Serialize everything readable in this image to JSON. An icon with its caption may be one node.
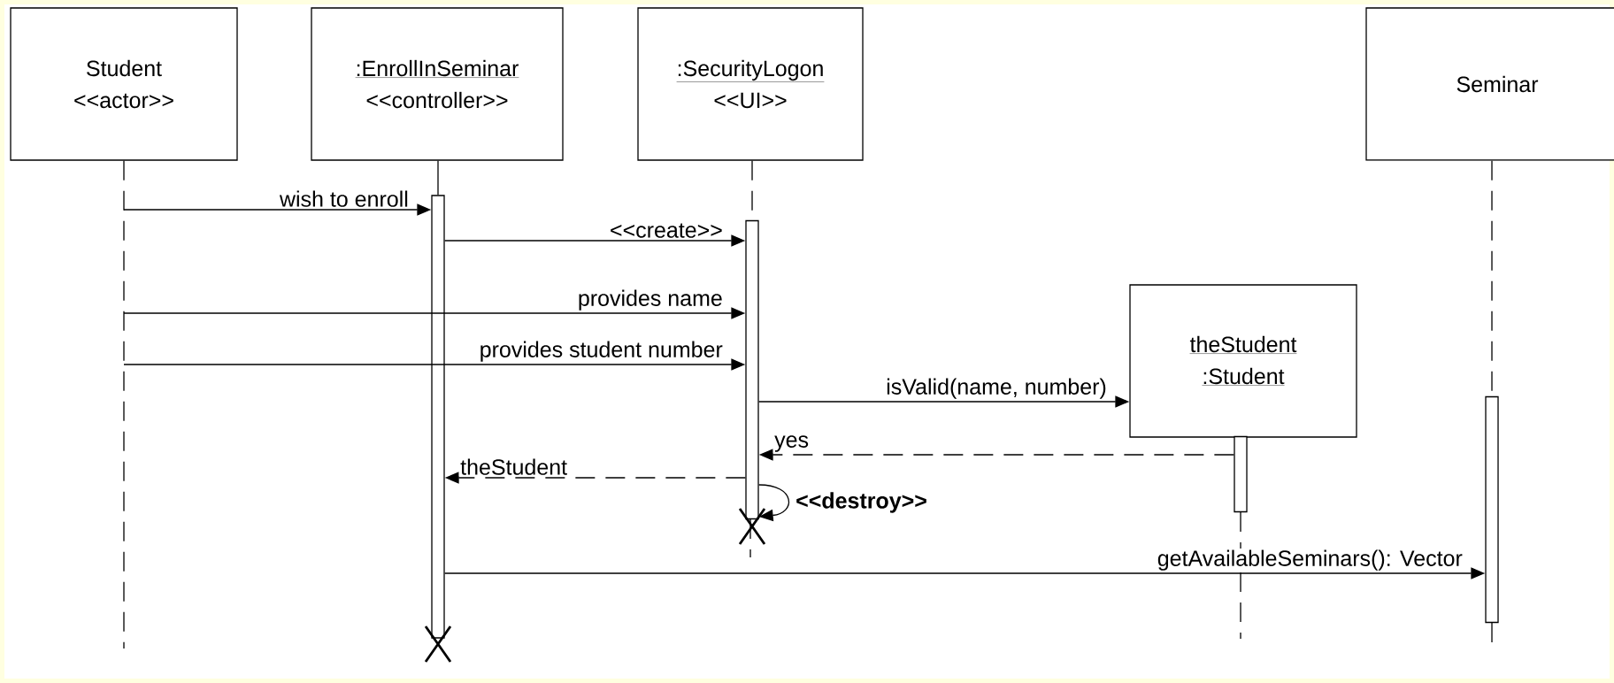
{
  "diagram": {
    "nodes": [
      {
        "text": [
          "Student",
          "<<actor>>"
        ]
      },
      {
        "text": [
          ":EnrollInSeminar",
          "<<controller>>"
        ]
      },
      {
        "text": [
          ":SecurityLogon",
          "<<UI>>"
        ]
      },
      {
        "text": [
          "theStudent",
          ":Student"
        ]
      },
      {
        "text": [
          "Seminar"
        ]
      },
      {
        "text": [],
        "shape": "bar"
      },
      {
        "text": [],
        "shape": "bar"
      },
      {
        "text": [],
        "shape": "bar"
      },
      {
        "text": [],
        "shape": "bar"
      }
    ],
    "edges": [
      {
        "from": null,
        "to": 5,
        "arrow": "to",
        "label": "wish to enroll"
      },
      {
        "from": 5,
        "to": 6,
        "arrow": "to",
        "label": "<<create>>"
      },
      {
        "from": null,
        "to": 6,
        "arrow": "to",
        "label": "provides name"
      },
      {
        "from": null,
        "to": 6,
        "arrow": "to",
        "label": "provides student number"
      },
      {
        "from": 6,
        "to": 3,
        "arrow": "to",
        "label": "isValid(name, number)"
      },
      {
        "from": 7,
        "to": 6,
        "arrow": "to",
        "label": "yes",
        "style": "dashed"
      },
      {
        "from": 6,
        "to": 5,
        "arrow": "to",
        "label": "theStudent",
        "style": "dashed"
      },
      {
        "from": 6,
        "to": 6,
        "arrow": "to",
        "label": "<<destroy>>"
      },
      {
        "from": 5,
        "to": 8,
        "arrow": "to",
        "label": "getAvailableSeminars(): Vector"
      },
      {
        "from": 0,
        "to": null,
        "arrow": "none",
        "style": "dashed"
      },
      {
        "from": 1,
        "to": 5,
        "arrow": "none"
      },
      {
        "from": 2,
        "to": 6,
        "arrow": "none",
        "style": "dashed"
      },
      {
        "from": 4,
        "to": 8,
        "arrow": "none",
        "style": "dashed"
      }
    ]
  }
}
